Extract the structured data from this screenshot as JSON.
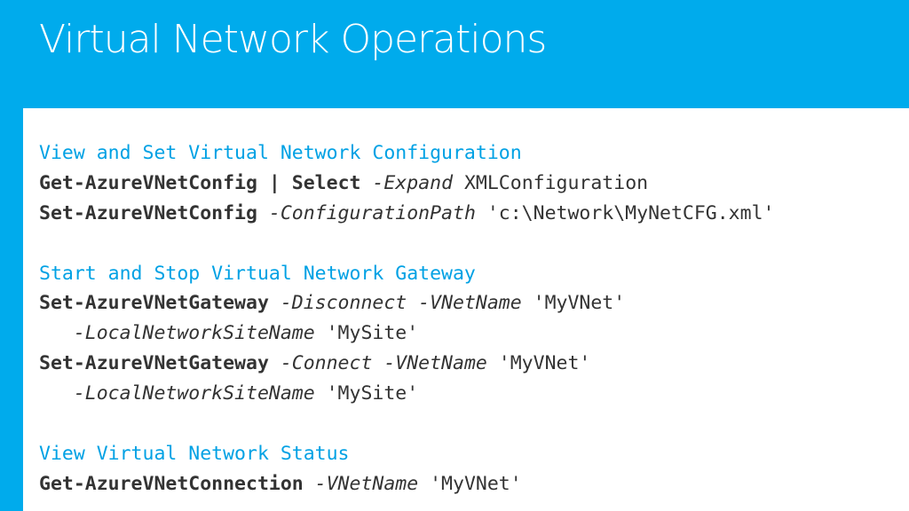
{
  "title": "Virtual Network Operations",
  "colors": {
    "accent": "#00abec",
    "heading": "#00a1e4",
    "text": "#333333",
    "background": "#ffffff"
  },
  "sections": [
    {
      "heading": "View and Set Virtual Network Configuration",
      "lines": [
        {
          "cmd": "Get-AzureVNetConfig",
          "pipe": " | ",
          "cmd2": "Select",
          "param1": " -Expand",
          "val1": " XMLConfiguration"
        },
        {
          "cmd": "Set-AzureVNetConfig",
          "param1": " -ConfigurationPath",
          "val1": " 'c:\\Network\\MyNetCFG.xml'"
        }
      ]
    },
    {
      "heading": "Start and Stop Virtual Network Gateway",
      "lines": [
        {
          "cmd": "Set-AzureVNetGateway",
          "param1": " -Disconnect",
          "param2": " -VNetName",
          "val1": " 'MyVNet'"
        },
        {
          "indent": "   ",
          "param1": "-LocalNetworkSiteName",
          "val1": " 'MySite'"
        },
        {
          "cmd": "Set-AzureVNetGateway",
          "param1": " -Connect",
          "param2": " -VNetName",
          "val1": " 'MyVNet'"
        },
        {
          "indent": "   ",
          "param1": "-LocalNetworkSiteName",
          "val1": " 'MySite'"
        }
      ]
    },
    {
      "heading": "View Virtual Network Status",
      "lines": [
        {
          "cmd": "Get-AzureVNetConnection",
          "param1": " -VNetName",
          "val1": " 'MyVNet'"
        }
      ]
    }
  ]
}
